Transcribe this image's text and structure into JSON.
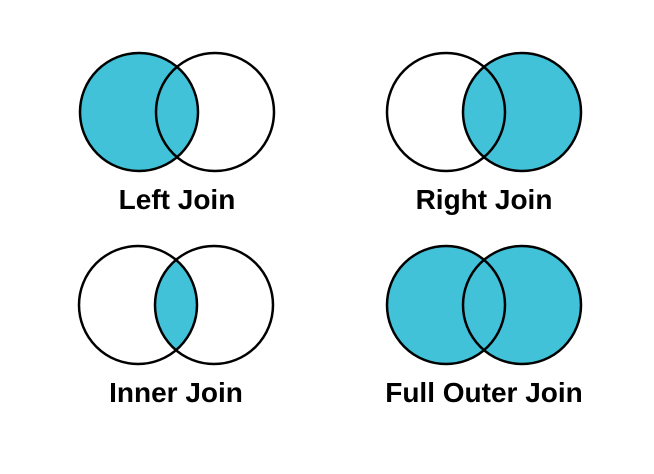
{
  "colors": {
    "highlight": "#41C2D8",
    "outline": "#000000",
    "background": "#FFFFFF",
    "label_text": "#000000"
  },
  "diagrams": [
    {
      "label": "Left Join",
      "highlighted": "left",
      "circles": [
        "left",
        "right"
      ]
    },
    {
      "label": "Right Join",
      "highlighted": "right",
      "circles": [
        "left",
        "right"
      ]
    },
    {
      "label": "Inner Join",
      "highlighted": "intersection",
      "circles": [
        "left",
        "right"
      ]
    },
    {
      "label": "Full Outer Join",
      "highlighted": "both",
      "circles": [
        "left",
        "right"
      ]
    }
  ]
}
